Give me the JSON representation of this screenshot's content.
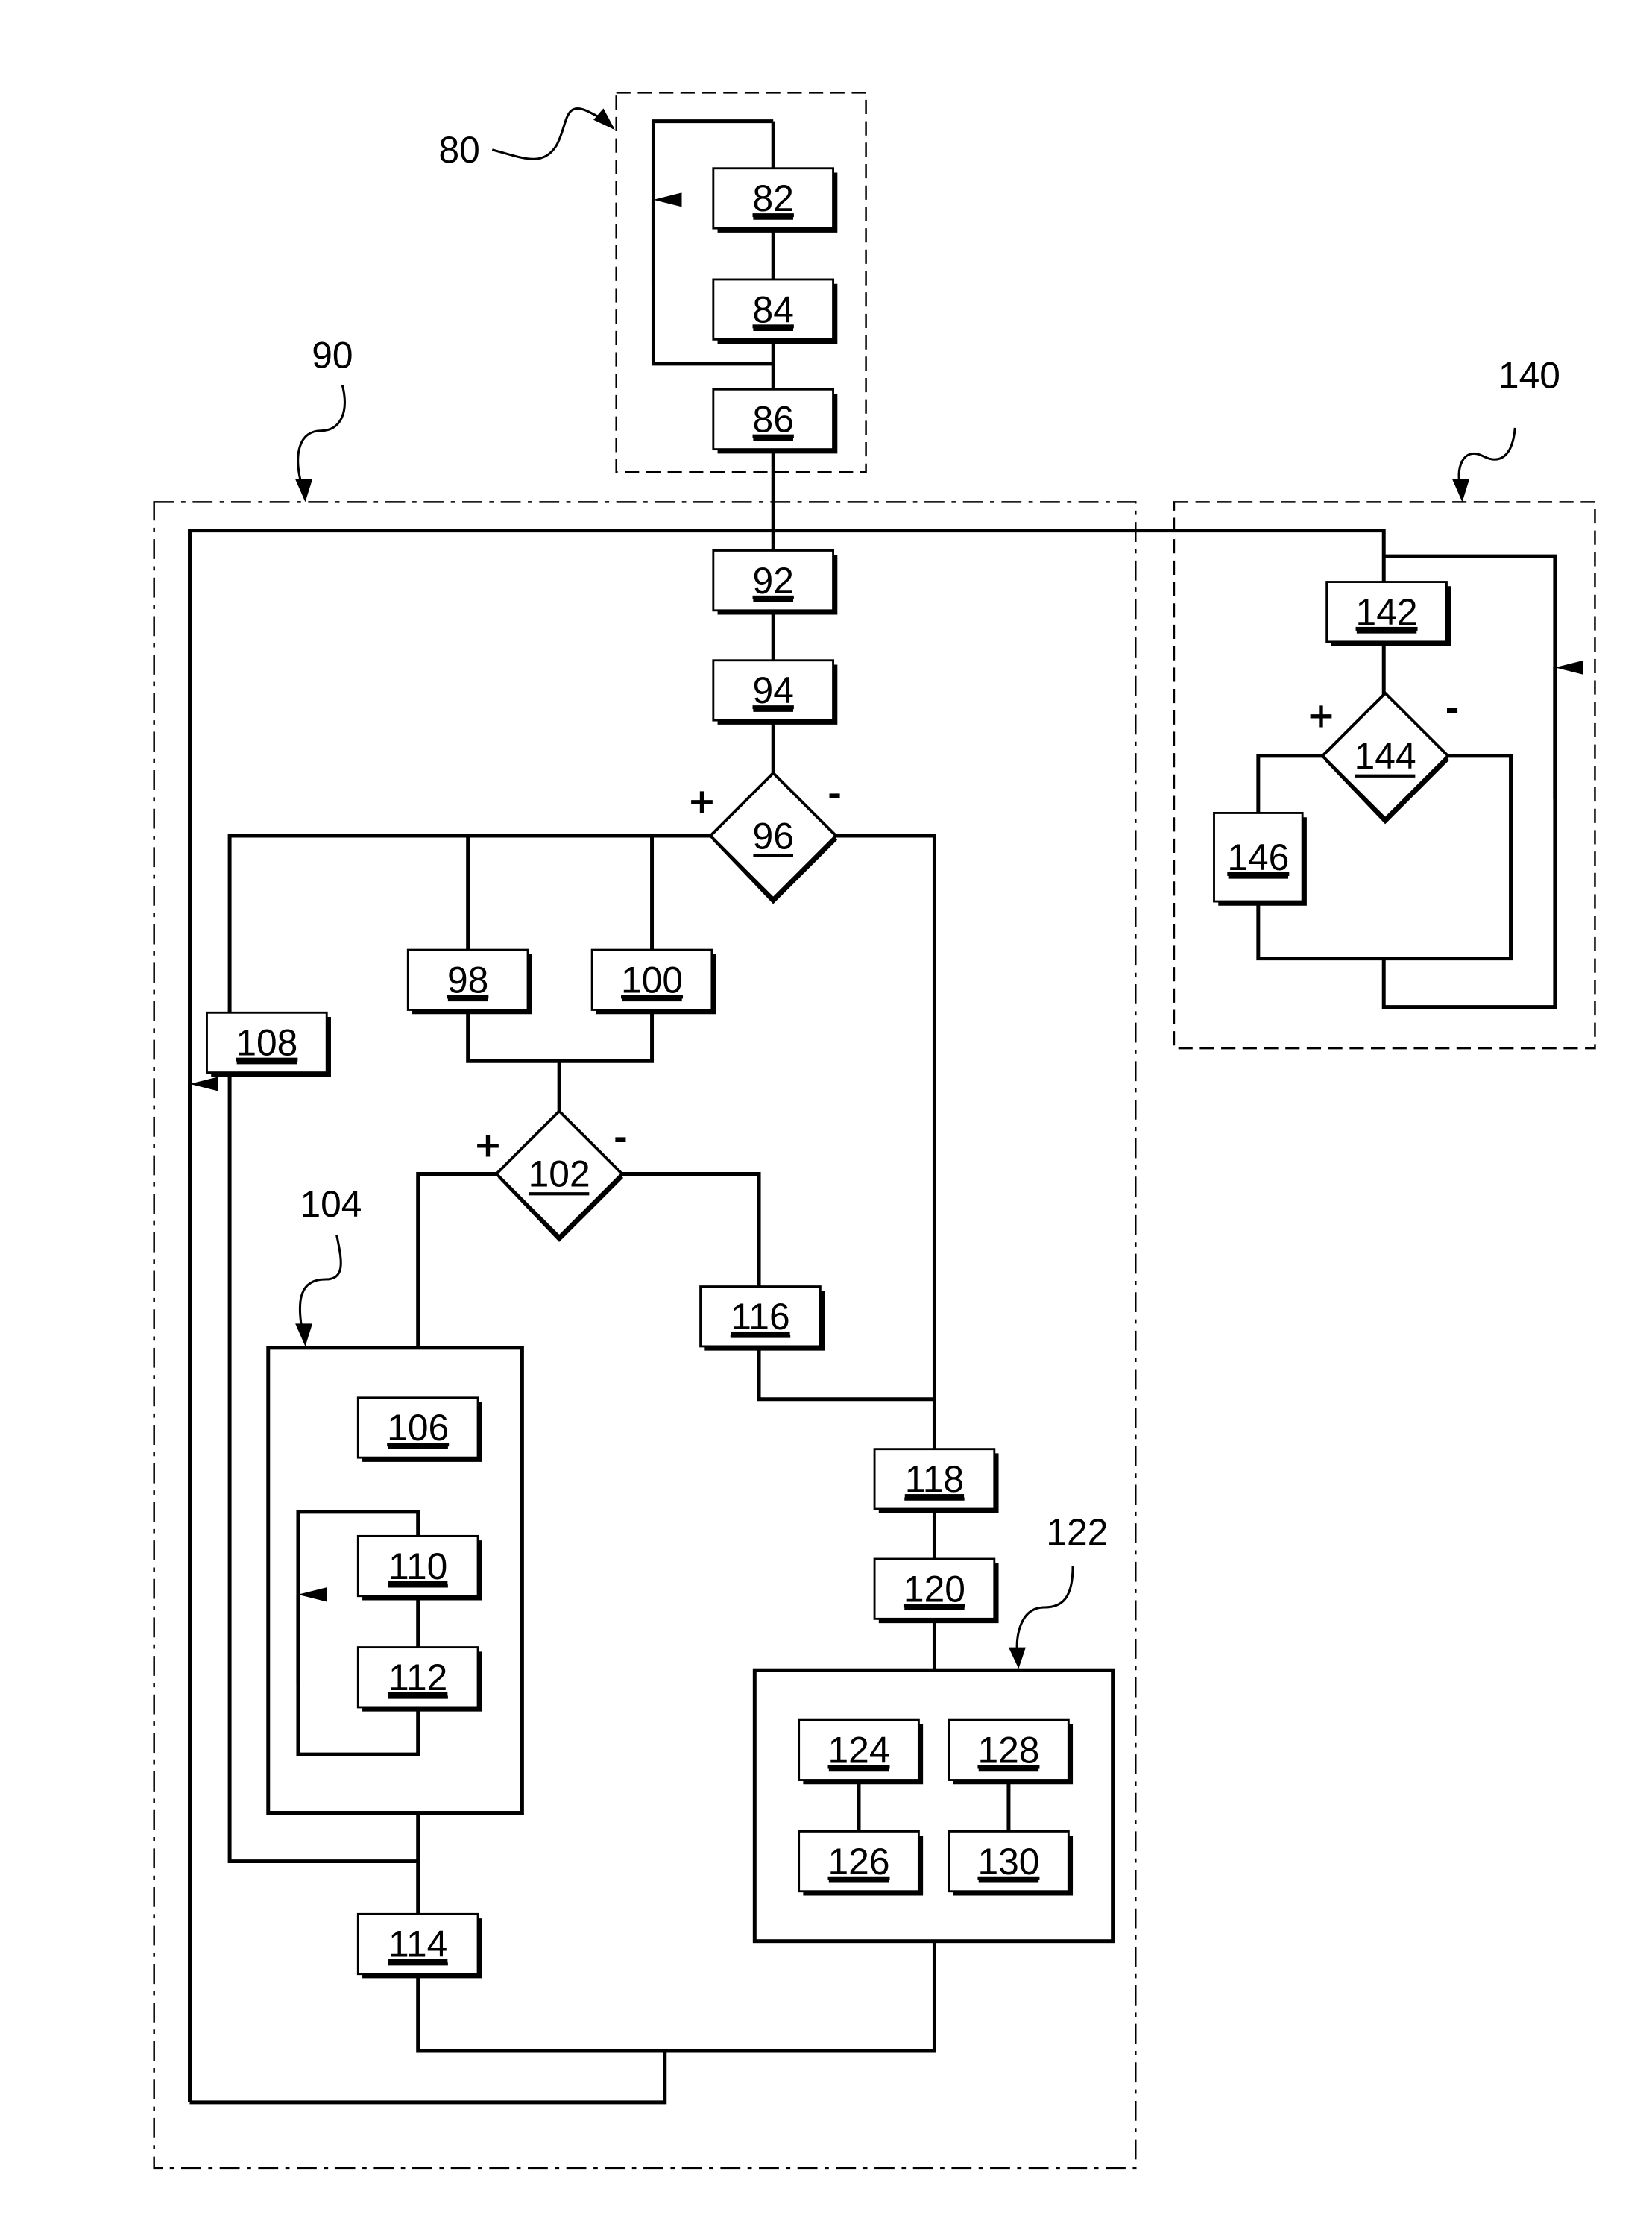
{
  "figure": {
    "type": "patent-flowchart",
    "groups": [
      {
        "id": "g80",
        "ref": "80",
        "style": "dashed"
      },
      {
        "id": "g90",
        "ref": "90",
        "style": "dash-dot"
      },
      {
        "id": "g140",
        "ref": "140",
        "style": "dashed"
      },
      {
        "id": "g104",
        "ref": "104",
        "style": "solid"
      },
      {
        "id": "g122",
        "ref": "122",
        "style": "solid"
      }
    ],
    "steps": {
      "s82": "82",
      "s84": "84",
      "s86": "86",
      "s92": "92",
      "s94": "94",
      "s98": "98",
      "s100": "100",
      "s106": "106",
      "s108": "108",
      "s110": "110",
      "s112": "112",
      "s114": "114",
      "s116": "116",
      "s118": "118",
      "s120": "120",
      "s124": "124",
      "s126": "126",
      "s128": "128",
      "s130": "130",
      "s142": "142",
      "s146": "146"
    },
    "decisions": {
      "d96": {
        "label": "96",
        "yes": "+",
        "no": "-"
      },
      "d102": {
        "label": "102",
        "yes": "+",
        "no": "-"
      },
      "d144": {
        "label": "144",
        "yes": "+",
        "no": "-"
      }
    },
    "ref_labels": {
      "r80": "80",
      "r90": "90",
      "r140": "140",
      "r104": "104",
      "r122": "122"
    }
  }
}
